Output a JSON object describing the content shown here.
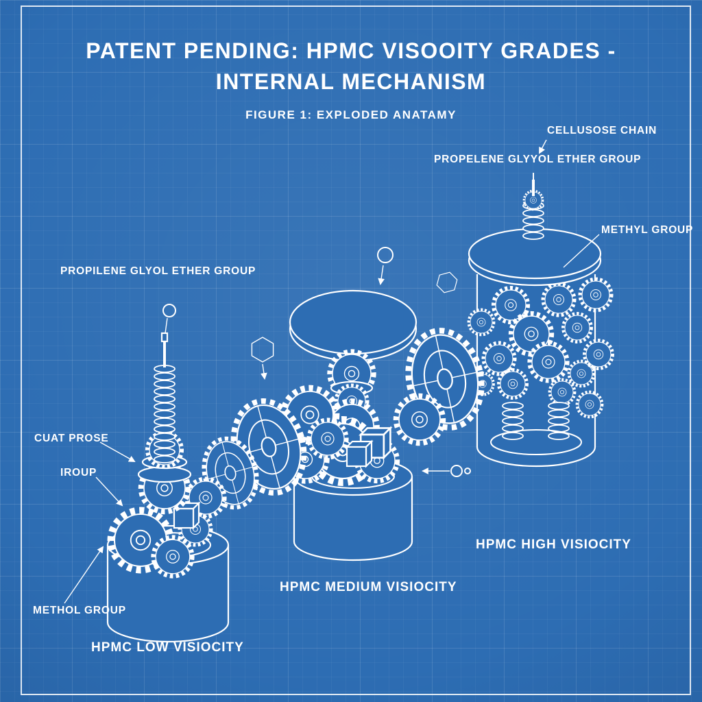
{
  "page": {
    "title_line1": "PATENT PENDING: HPMC VISOOITY GRADES -",
    "title_line2": "INTERNAL MECHANISM",
    "figure_caption": "FIGURE 1: EXPLODED ANATAMY"
  },
  "colors": {
    "background": "#2d6db3",
    "line": "#ffffff"
  },
  "labels": {
    "cellulose_chain": "CELLUSOSE CHAIN",
    "propelene_glycol_top": "PROPELENE GLYYOL ETHER GROUP",
    "methyl_group": "METHYL GROUP",
    "propilene_glycol_left": "PROPILENE GLYOL ETHER GROUP",
    "cuat_prose": "CUAT PROSE",
    "iroup": "IROUP",
    "methol_group": "METHOL GROUP"
  },
  "assemblies": {
    "low": "HPMC LOW VISIOCITY",
    "medium": "HPMC MEDIUM VISIOCITY",
    "high": "HPMC HIGH VISIOCITY"
  }
}
